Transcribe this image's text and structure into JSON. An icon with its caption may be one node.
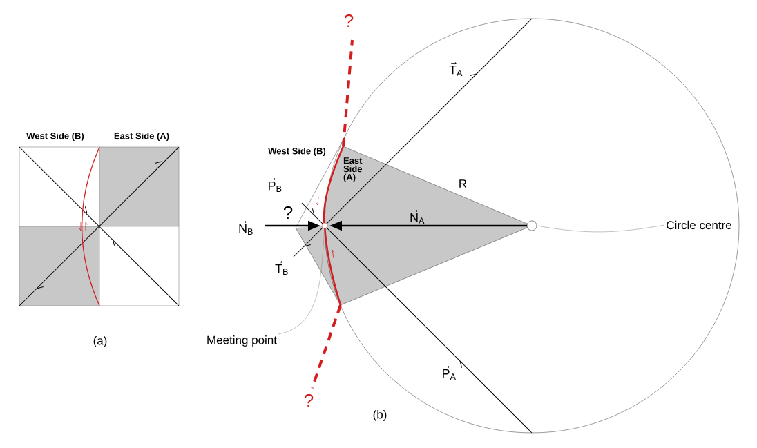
{
  "diagram": {
    "nodes": [
      {
        "text": [
          "Circle centre"
        ]
      },
      {
        "text": [],
        "shape": "circle"
      },
      {
        "text": [
          "Meeting point"
        ]
      },
      {
        "text": [],
        "shape": "circle"
      }
    ],
    "edges": [
      {
        "from": 0,
        "to": 3,
        "arrow": "none"
      },
      {
        "from": 2,
        "to": 1,
        "arrow": "none"
      }
    ],
    "labels": [
      "West Side (B)",
      "East Side (A)",
      "?",
      "\\vec{\\mathrm{T}}_{\\mathrm{A}}",
      "West Side (B)",
      "East Side (A)",
      "R",
      "\\vec{\\mathrm{P}}_{\\mathrm{B}}",
      "?",
      "\\vec{\\mathrm{N}}_{\\mathrm{B}}",
      "\\vec{\\mathrm{N}}_{\\mathrm{A}}",
      "\\vec{\\mathrm{T}}_{\\mathrm{B}}",
      "(a)",
      "\\vec{\\mathrm{P}}_{\\mathrm{A}}",
      "?",
      "(b)"
    ]
  }
}
